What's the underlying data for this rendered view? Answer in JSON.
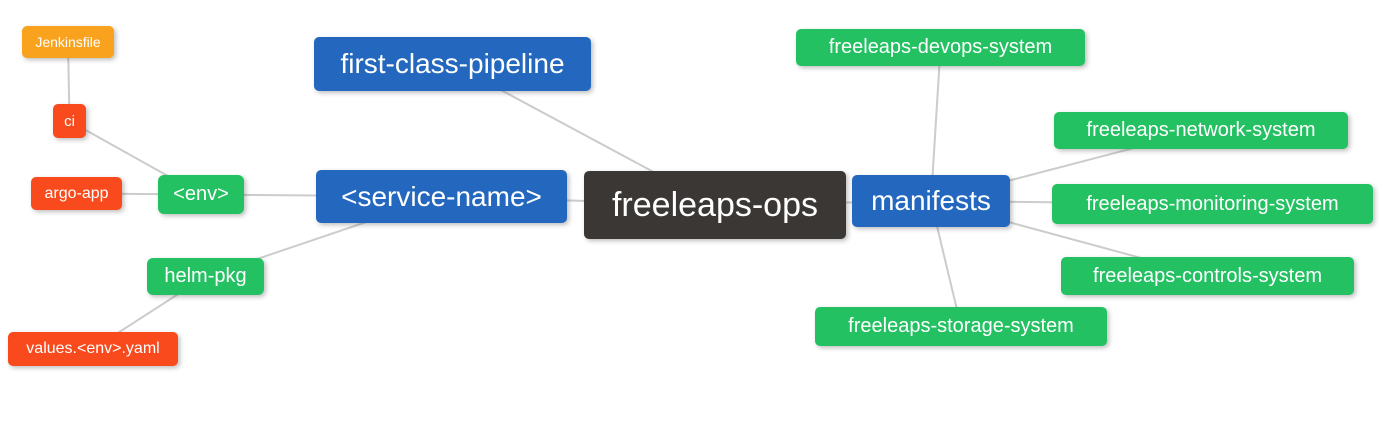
{
  "colors": {
    "background": "#FFFFFF",
    "edge": "#CCCCCC",
    "root": "#3B3735",
    "blue": "#2368BE",
    "green": "#23C162",
    "red": "#F94A1D",
    "orange": "#F9A21D",
    "text": "#FFFFFF"
  },
  "nodes": {
    "jenkinsfile": {
      "label": "Jenkinsfile",
      "color": "orange"
    },
    "ci": {
      "label": "ci",
      "color": "red"
    },
    "argo_app": {
      "label": "argo-app",
      "color": "red"
    },
    "env": {
      "label": "<env>",
      "color": "green"
    },
    "helm_pkg": {
      "label": "helm-pkg",
      "color": "green"
    },
    "values_env_yaml": {
      "label": "values.<env>.yaml",
      "color": "red"
    },
    "first_class_pipeline": {
      "label": "first-class-pipeline",
      "color": "blue"
    },
    "service_name": {
      "label": "<service-name>",
      "color": "blue"
    },
    "root": {
      "label": "freeleaps-ops",
      "color": "root"
    },
    "manifests": {
      "label": "manifests",
      "color": "blue"
    },
    "devops_system": {
      "label": "freeleaps-devops-system",
      "color": "green"
    },
    "network_system": {
      "label": "freeleaps-network-system",
      "color": "green"
    },
    "monitoring_system": {
      "label": "freeleaps-monitoring-system",
      "color": "green"
    },
    "controls_system": {
      "label": "freeleaps-controls-system",
      "color": "green"
    },
    "storage_system": {
      "label": "freeleaps-storage-system",
      "color": "green"
    }
  },
  "edges": [
    {
      "from": "root",
      "to": "first_class_pipeline"
    },
    {
      "from": "root",
      "to": "service_name"
    },
    {
      "from": "root",
      "to": "manifests"
    },
    {
      "from": "service_name",
      "to": "env"
    },
    {
      "from": "service_name",
      "to": "helm_pkg"
    },
    {
      "from": "env",
      "to": "ci"
    },
    {
      "from": "env",
      "to": "argo_app"
    },
    {
      "from": "ci",
      "to": "jenkinsfile"
    },
    {
      "from": "helm_pkg",
      "to": "values_env_yaml"
    },
    {
      "from": "manifests",
      "to": "devops_system"
    },
    {
      "from": "manifests",
      "to": "network_system"
    },
    {
      "from": "manifests",
      "to": "monitoring_system"
    },
    {
      "from": "manifests",
      "to": "controls_system"
    },
    {
      "from": "manifests",
      "to": "storage_system"
    }
  ]
}
